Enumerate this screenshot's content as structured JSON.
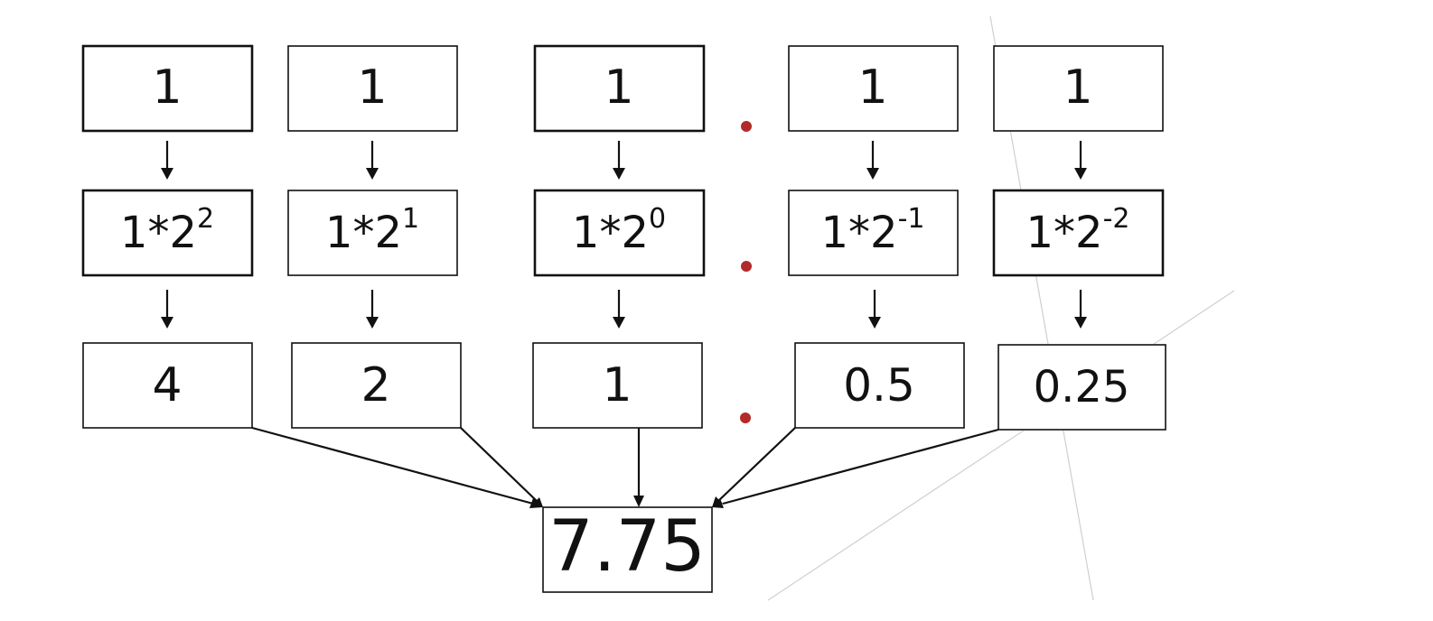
{
  "diagram": {
    "columns": [
      {
        "bit": "1",
        "term": {
          "base": "1*2",
          "exponent": "2"
        },
        "value": "4"
      },
      {
        "bit": "1",
        "term": {
          "base": "1*2",
          "exponent": "1"
        },
        "value": "2"
      },
      {
        "bit": "1",
        "term": {
          "base": "1*2",
          "exponent": "0"
        },
        "value": "1"
      },
      {
        "bit": "1",
        "term": {
          "base": "1*2",
          "exponent": "-1"
        },
        "value": "0.5"
      },
      {
        "bit": "1",
        "term": {
          "base": "1*2",
          "exponent": "-2"
        },
        "value": "0.25"
      }
    ],
    "result": "7.75",
    "colors": {
      "box_border": "#111111",
      "arrow": "#111111",
      "binary_point": "#b22a2a"
    }
  }
}
